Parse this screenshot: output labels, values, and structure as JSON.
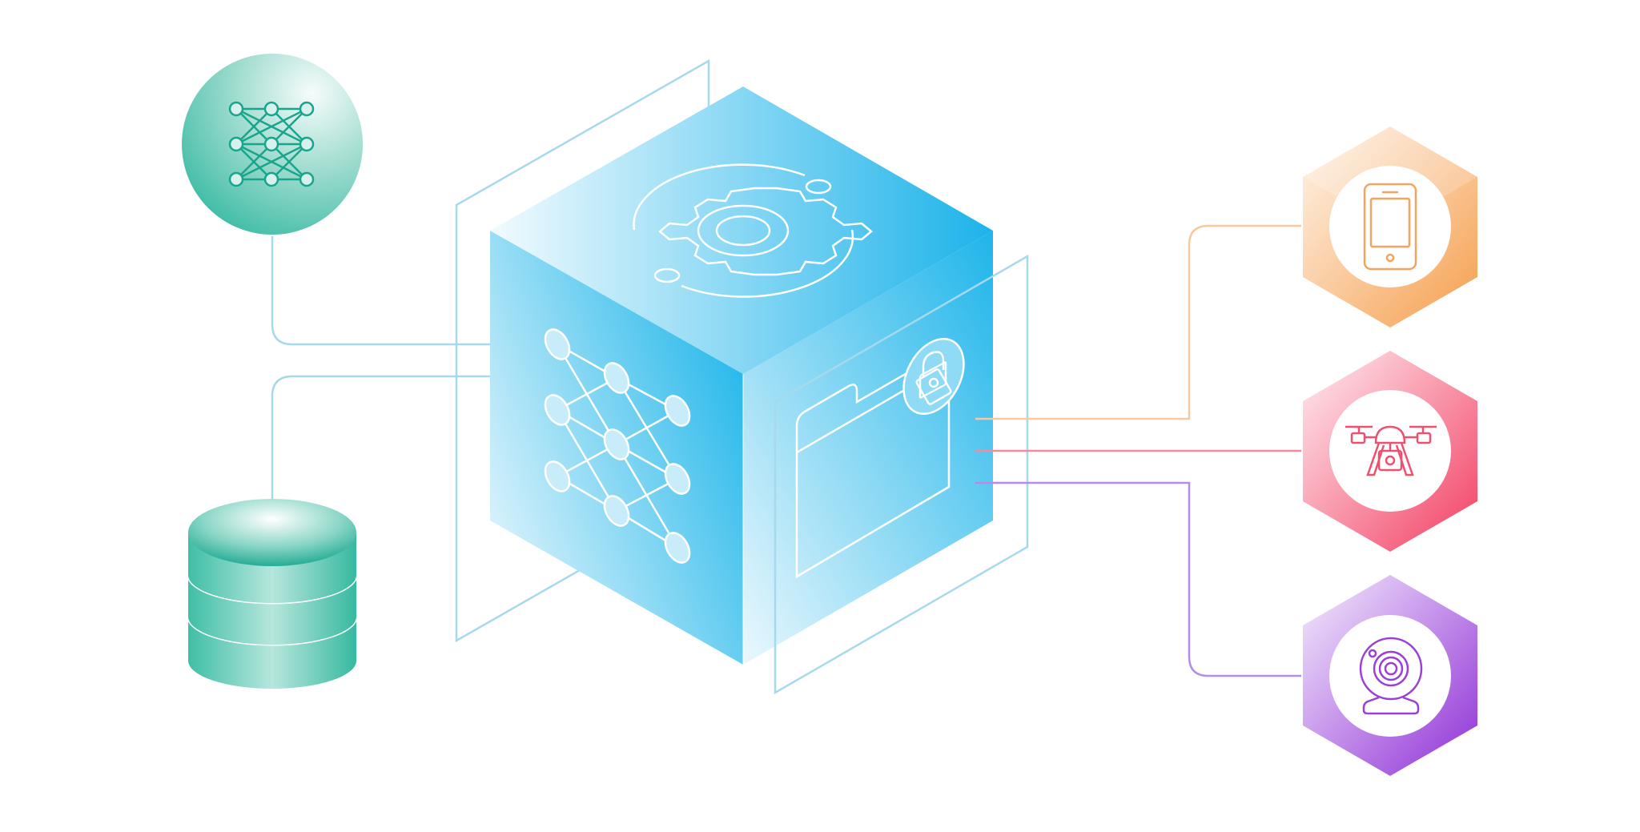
{
  "colors": {
    "background": "#ffffff",
    "connector_blue": "#a6d9ec",
    "teal": "#3fbfa8",
    "teal_dark": "#1aa38c",
    "cube_blue": "#1fb6ea",
    "cube_light": "#eaf8fd",
    "outline_white": "#ffffff",
    "orange": "#f5a460",
    "orange_line": "#f8c9a0",
    "red": "#f05070",
    "red_line": "#f48aa2",
    "purple": "#9a3fd8",
    "purple_line": "#b58cea"
  },
  "nodes": {
    "neural_net_circle": {
      "icon": "neural-network-icon"
    },
    "database": {
      "icon": "database-icon"
    },
    "cube": {
      "top_icon": "gear-icon",
      "left_icon": "neural-network-icon",
      "right_icon": "secure-window-icon"
    },
    "devices": [
      {
        "id": "phone",
        "icon": "smartphone-icon",
        "color_key": "orange"
      },
      {
        "id": "drone",
        "icon": "drone-icon",
        "color_key": "red"
      },
      {
        "id": "webcam",
        "icon": "webcam-icon",
        "color_key": "purple"
      }
    ]
  }
}
